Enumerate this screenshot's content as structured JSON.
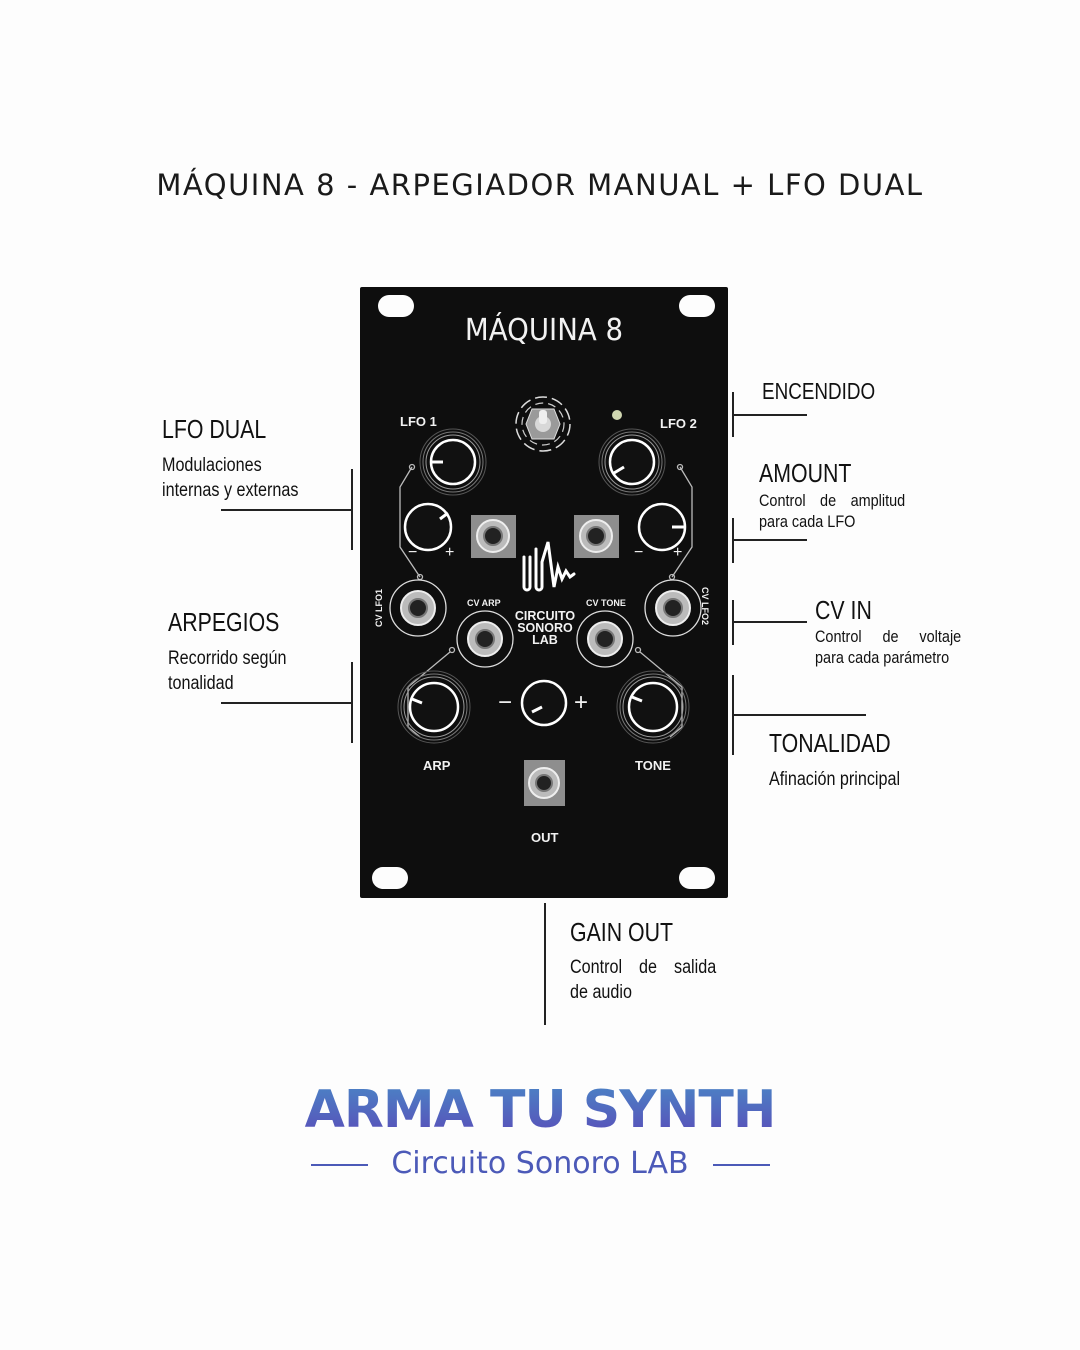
{
  "title": "MÁQUINA 8 - ARPEGIADOR MANUAL + LFO DUAL",
  "panel": {
    "name": "MÁQUINA 8",
    "labels": {
      "lfo1": "LFO 1",
      "lfo2": "LFO 2",
      "cv_lfo1": "CV LFO1",
      "cv_lfo2": "CV LFO2",
      "cv_arp": "CV ARP",
      "cv_tone": "CV TONE",
      "arp": "ARP",
      "tone": "TONE",
      "out": "OUT",
      "minus": "−",
      "plus": "+",
      "logo_line1": "CIRCUITO",
      "logo_line2": "SONORO",
      "logo_line3": "LAB"
    },
    "colors": {
      "panel": "#0e0e0e",
      "print": "#f2f2f2",
      "led": "#cfd6b0"
    }
  },
  "callouts": {
    "lfo_dual": {
      "title": "LFO DUAL",
      "desc_line1": "Modulaciones",
      "desc_line2": "internas y externas"
    },
    "arpegios": {
      "title": "ARPEGIOS",
      "desc_line1": "Recorrido según",
      "desc_line2": "tonalidad"
    },
    "encendido": {
      "title": "ENCENDIDO"
    },
    "amount": {
      "title": "AMOUNT",
      "desc_line1": "Control de amplitud",
      "desc_line2": "para cada LFO"
    },
    "cv_in": {
      "title": "CV IN",
      "desc_line1": "Control de voltaje",
      "desc_line2": "para cada parámetro"
    },
    "tonalidad": {
      "title": "TONALIDAD",
      "desc_line1": "Afinación principal"
    },
    "gain_out": {
      "title": "GAIN OUT",
      "desc_line1": "Control de salida",
      "desc_line2": "de audio"
    }
  },
  "footer": {
    "title": "ARMA TU SYNTH",
    "subtitle": "Circuito Sonoro LAB",
    "colors": {
      "gradient_top": "#4a86c6",
      "gradient_bottom": "#5a4bb8",
      "subtitle": "#4c5ab8"
    }
  }
}
